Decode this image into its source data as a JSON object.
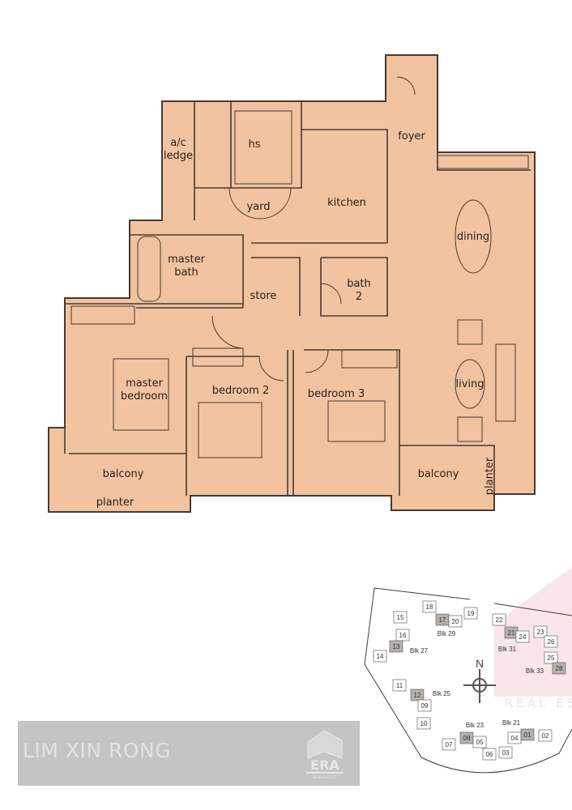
{
  "floorplan": {
    "fill_color": "#f2c3a0",
    "line_color": "#4a3a30",
    "rooms": {
      "ac_ledge": [
        "a/c",
        "ledge"
      ],
      "hs": "hs",
      "foyer": "foyer",
      "kitchen": "kitchen",
      "yard": "yard",
      "dining": "dining",
      "master_bath": [
        "master",
        "bath"
      ],
      "store": "store",
      "bath2": [
        "bath",
        "2"
      ],
      "master_bedroom": [
        "master",
        "bedroom"
      ],
      "bedroom2": "bedroom 2",
      "bedroom3": "bedroom 3",
      "living": "living",
      "balcony_left": "balcony",
      "balcony_right": "balcony",
      "planter_left": "planter",
      "planter_right": "planter"
    }
  },
  "site_plan": {
    "north": "N",
    "blocks": [
      "Blk 29",
      "Blk 27",
      "Blk 31",
      "Blk 33",
      "Blk 25",
      "Blk 23",
      "Blk 21"
    ],
    "units": [
      "18",
      "17",
      "20",
      "19",
      "15",
      "16",
      "13",
      "14",
      "22",
      "21",
      "24",
      "23",
      "26",
      "25",
      "28",
      "11",
      "12",
      "09",
      "10",
      "07",
      "08",
      "05",
      "06",
      "03",
      "04",
      "01",
      "02"
    ],
    "highlighted_units": [
      "17",
      "13",
      "21",
      "28",
      "12",
      "08",
      "01"
    ]
  },
  "watermark": {
    "agent_name": "LIM XIN RONG",
    "logo_text": "ERA",
    "logo_subtext": "REAL ESTATE",
    "site_watermark_text": "REAL ES"
  }
}
